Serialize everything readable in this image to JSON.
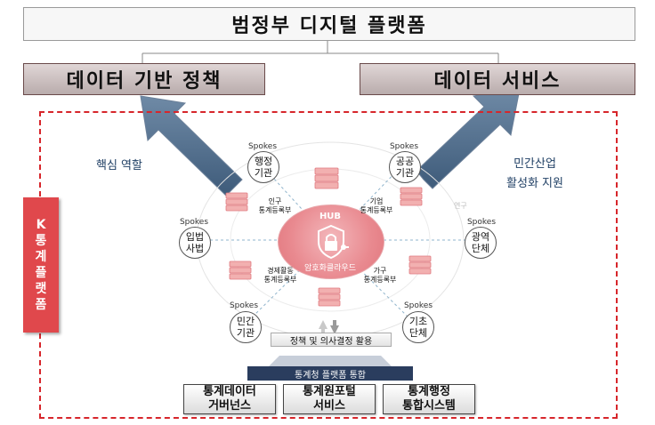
{
  "top": {
    "title": "범정부 디지털 플랫폼"
  },
  "tier2": {
    "left": "데이터 기반 정책",
    "right": "데이터 서비스"
  },
  "roles": {
    "left": "핵심 역할",
    "right_line1": "민간산업",
    "right_line2": "활성화 지원"
  },
  "k_platform": {
    "chars": [
      "K",
      "통",
      "계",
      "플",
      "랫",
      "폼"
    ]
  },
  "spoke_word": "Spokes",
  "spokes": {
    "gov": [
      "행정",
      "기관"
    ],
    "public": [
      "공공",
      "기관"
    ],
    "legislature": [
      "입법",
      "사법"
    ],
    "regional": [
      "광역",
      "단체"
    ],
    "private": [
      "민간",
      "기관"
    ],
    "basic": [
      "기초",
      "단체"
    ]
  },
  "registers": {
    "population": [
      "인구",
      "통계등록부"
    ],
    "business": [
      "기업",
      "통계등록부"
    ],
    "economic": [
      "경제활동",
      "통계등록부"
    ],
    "household": [
      "가구",
      "통계등록부"
    ]
  },
  "hub": {
    "label": "HUB",
    "cloud": "암호화클라우드"
  },
  "faint_label": "연구",
  "policy_label": "정책 및 의사결정 활용",
  "integration_label": "통계청 플랫폼 통합",
  "systems": [
    [
      "통계데이터",
      "거버넌스"
    ],
    [
      "통계원포털",
      "서비스"
    ],
    [
      "통계행정",
      "통합시스템"
    ]
  ],
  "colors": {
    "frame_red": "#d7262b",
    "arrow_blue": "#4f6e8d",
    "hub_pink": "#e98a90",
    "integration_navy": "#2a3d5e"
  }
}
